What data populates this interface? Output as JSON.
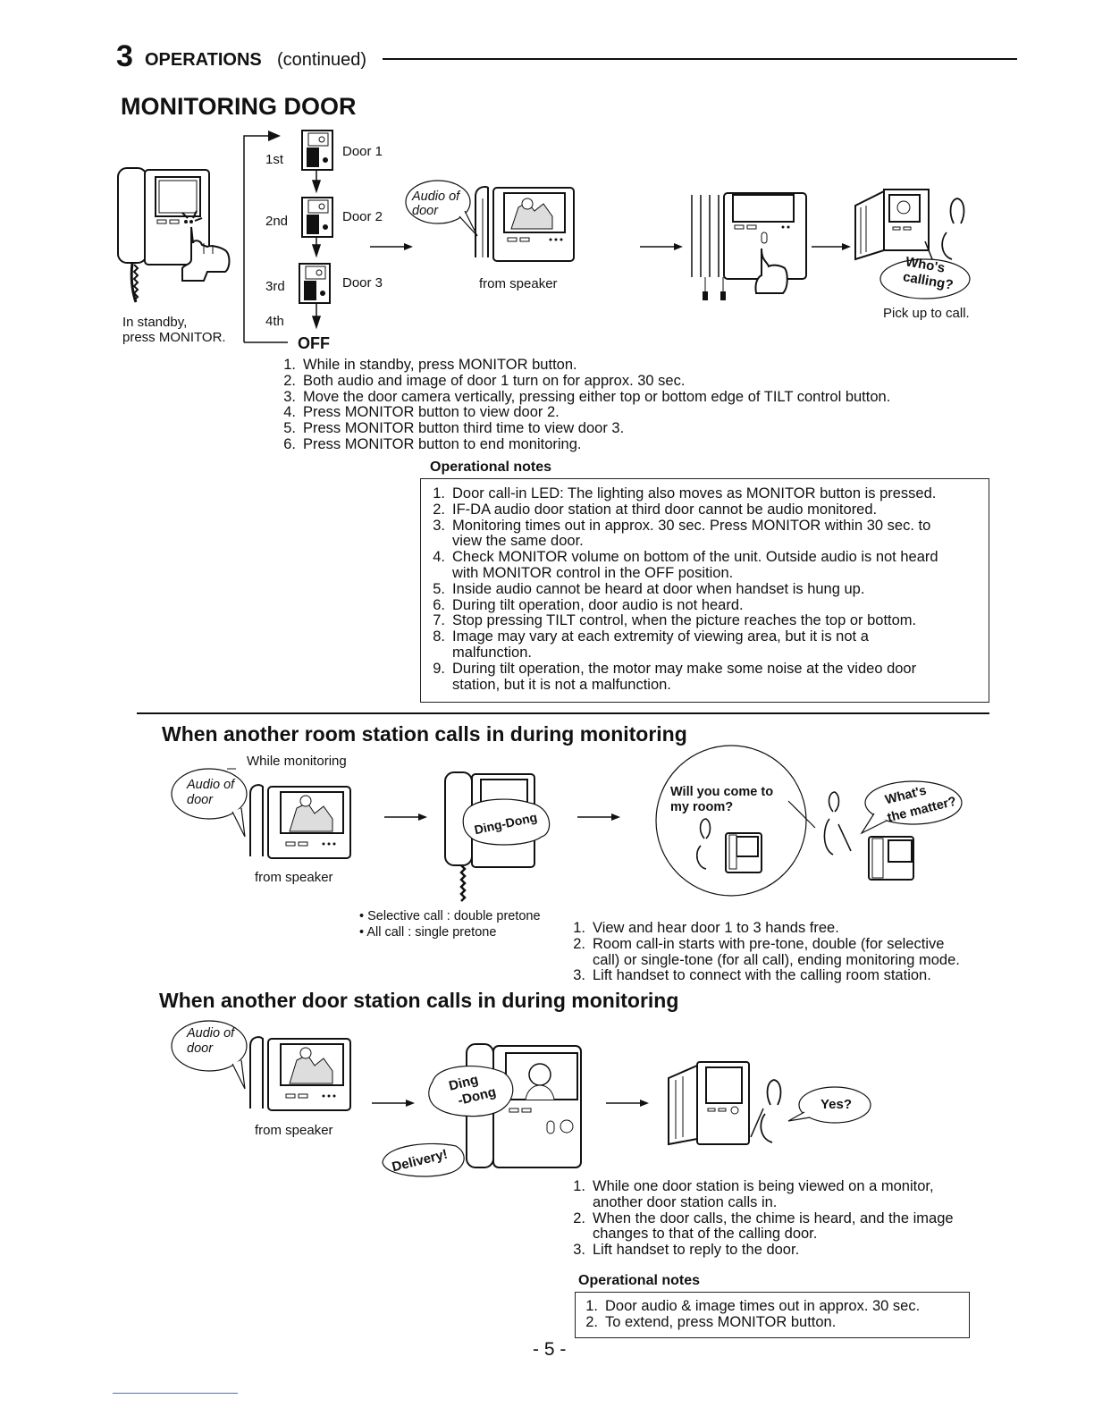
{
  "header": {
    "section_number": "3",
    "section_title": "OPERATIONS",
    "continued": "(continued)"
  },
  "monitoring": {
    "title": "MONITORING DOOR",
    "standby_line1": "In standby,",
    "standby_line2": "press MONITOR.",
    "sequence": [
      {
        "step": "1st",
        "door": "Door 1"
      },
      {
        "step": "2nd",
        "door": "Door 2"
      },
      {
        "step": "3rd",
        "door": "Door 3"
      },
      {
        "step": "4th",
        "door": ""
      }
    ],
    "off_label": "OFF",
    "audio_bubble_line1": "Audio of",
    "audio_bubble_line2": "door",
    "from_speaker": "from speaker",
    "whos_calling_line1": "Who's",
    "whos_calling_line2": "calling?",
    "pick_up": "Pick up to call.",
    "steps": [
      "While in standby, press MONITOR button.",
      "Both audio and image of door 1 turn on for approx. 30 sec.",
      "Move the door camera vertically, pressing either top or bottom edge of TILT control button.",
      "Press MONITOR button to view door 2.",
      "Press MONITOR button third time to view door 3.",
      "Press MONITOR button to end monitoring."
    ],
    "notes_title": "Operational notes",
    "notes": [
      [
        "Door call-in LED:  The lighting also moves as MONITOR button is pressed."
      ],
      [
        "IF-DA audio door station at third door cannot be audio monitored."
      ],
      [
        "Monitoring times out in approx. 30 sec.  Press MONITOR within 30 sec. to",
        "view the same door."
      ],
      [
        "Check MONITOR volume on bottom of the unit.  Outside audio is not heard",
        "with MONITOR control in the OFF position."
      ],
      [
        "Inside audio cannot be heard at door when handset is hung up."
      ],
      [
        "During tilt operation, door audio is not heard."
      ],
      [
        "Stop pressing TILT control, when the picture reaches the top or bottom."
      ],
      [
        "Image may vary at each extremity of viewing area, but it is not a",
        "malfunction."
      ],
      [
        "During tilt operation, the motor may make some noise at the video door",
        "station, but it is not a malfunction."
      ]
    ]
  },
  "room_call": {
    "title": "When another room station calls in during monitoring",
    "while_monitoring": "While monitoring",
    "audio_bubble_line1": "Audio of",
    "audio_bubble_line2": "door",
    "from_speaker": "from speaker",
    "ding_dong": "Ding-Dong",
    "will_you_line1": "Will you come to",
    "will_you_line2": "my room?",
    "whats_line1": "What's",
    "whats_line2": "the matter?",
    "bullets": [
      "Selective call : double pretone",
      "All call : single pretone"
    ],
    "steps": [
      [
        "View and hear door 1 to 3 hands free."
      ],
      [
        "Room call-in starts with pre-tone, double (for selective",
        "call) or single-tone (for all call), ending monitoring mode."
      ],
      [
        "Lift handset to connect with the calling room station."
      ]
    ]
  },
  "door_call": {
    "title": "When another door station calls in during monitoring",
    "audio_bubble_line1": "Audio of",
    "audio_bubble_line2": "door",
    "from_speaker": "from speaker",
    "ding_line1": "Ding",
    "ding_line2": "-Dong",
    "delivery": "Delivery!",
    "yes": "Yes?",
    "steps": [
      [
        "While one door station is being viewed on a monitor,",
        "another door station calls in."
      ],
      [
        "When the door calls, the chime is heard, and the image",
        "changes to that of the calling door."
      ],
      [
        "Lift handset to reply to the door."
      ]
    ],
    "notes_title": "Operational notes",
    "notes": [
      [
        "Door audio & image times out in approx. 30 sec."
      ],
      [
        "To extend, press MONITOR button."
      ]
    ]
  },
  "footer": {
    "page_number": "- 5 -"
  }
}
